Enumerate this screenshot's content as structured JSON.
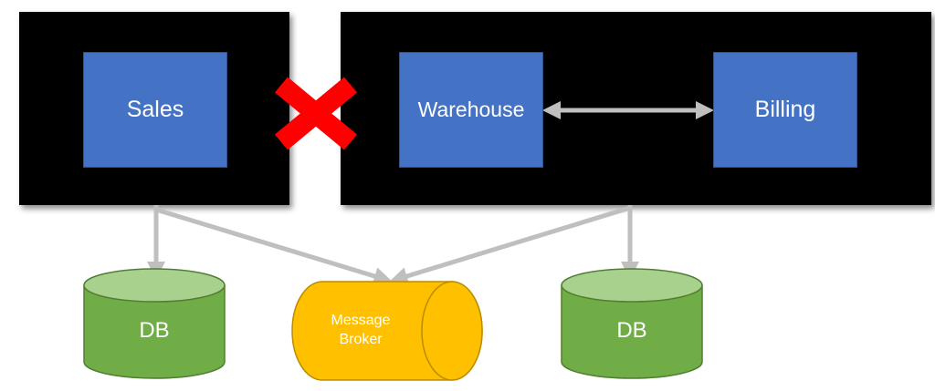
{
  "services": {
    "sales": "Sales",
    "warehouse": "Warehouse",
    "billing": "Billing"
  },
  "storage": {
    "db_left": "DB",
    "db_right": "DB"
  },
  "broker": {
    "line1": "Message",
    "line2": "Broker"
  },
  "colors": {
    "container": "#000000",
    "service": "#4472c4",
    "db": "#70ad47",
    "db_top": "#a9d18e",
    "broker": "#ffc000",
    "arrow": "#bfbfbf",
    "cross": "#ff0000"
  },
  "icons": {
    "no_connection": "red-x-icon"
  }
}
